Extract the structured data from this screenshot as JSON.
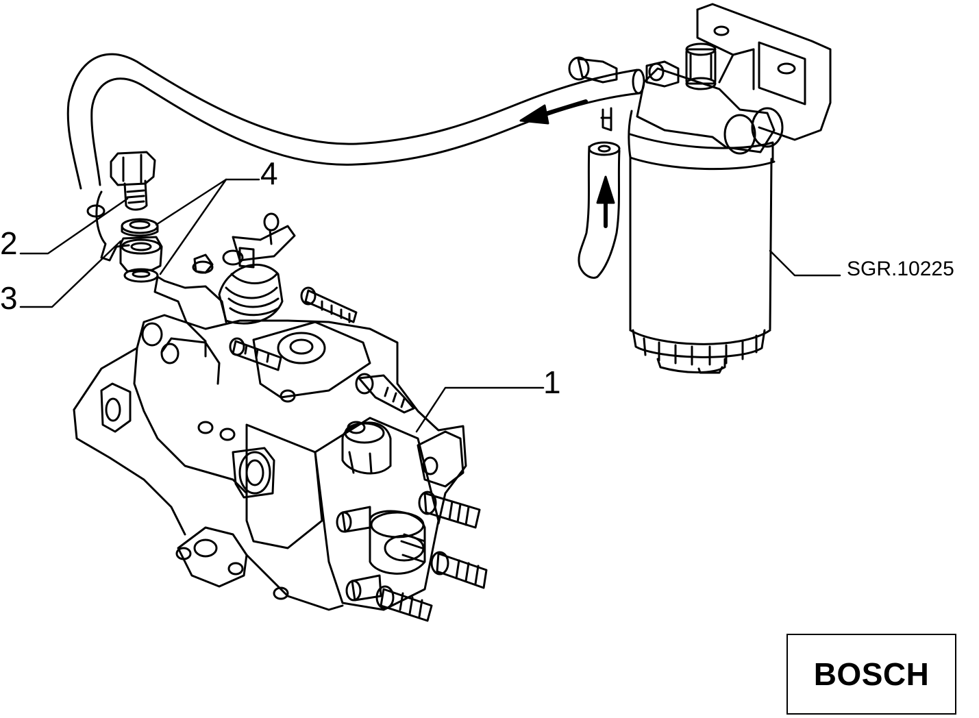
{
  "diagram": {
    "callouts": {
      "part_1": "1",
      "part_2": "2",
      "part_3": "3",
      "part_4": "4"
    },
    "reference_code": "SGR.10225",
    "brand": "BOSCH",
    "colors": {
      "ink": "#000000",
      "paper": "#ffffff"
    },
    "icons": {
      "flow_direction_left": "arrow-left-icon",
      "flow_direction_up": "arrow-up-icon"
    }
  }
}
